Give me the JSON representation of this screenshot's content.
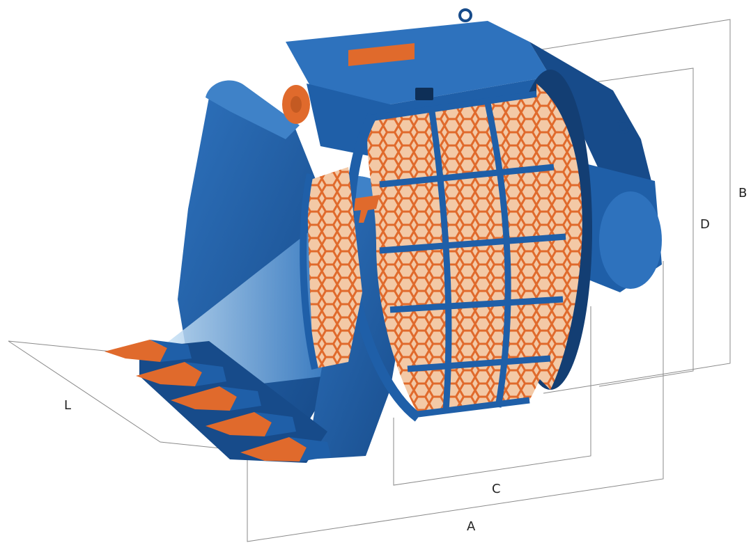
{
  "colors": {
    "body": "#1f5fa8",
    "body_dark": "#133e73",
    "body_light": "#3f82c8",
    "accent": "#e06a2c",
    "accent_dark": "#b84f1c",
    "screen_gap": "#f3c9a6",
    "dimension_line": "#8a8a8a",
    "text": "#222222"
  },
  "dimensions": {
    "A": "A",
    "B": "B",
    "C": "C",
    "D": "D",
    "L": "L"
  },
  "icons": {
    "logo": "brand-logo-icon",
    "badge": "id-plate-icon"
  }
}
